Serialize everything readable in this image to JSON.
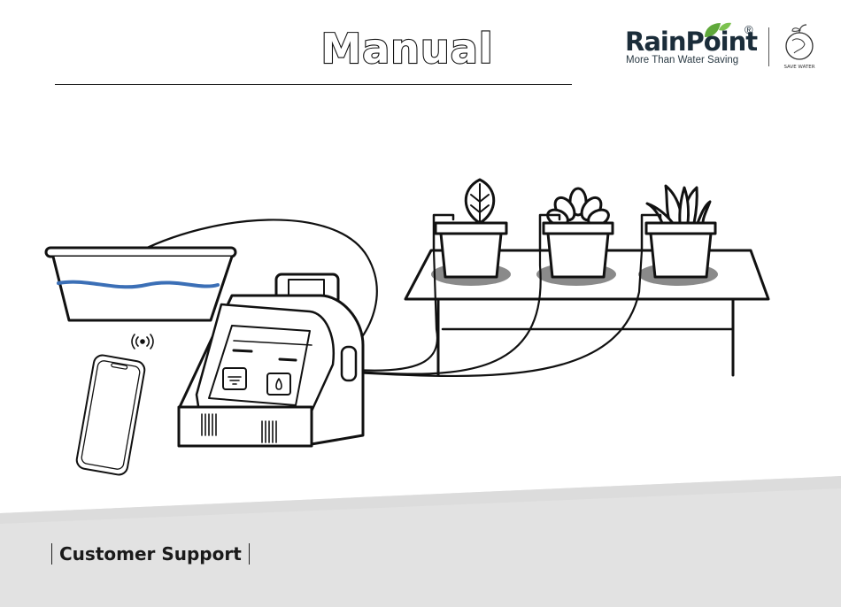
{
  "header": {
    "title": "Manual"
  },
  "brand": {
    "name": "RainPoint",
    "registered": "®",
    "tagline": "More Than Water Saving",
    "badge_icon": "save-water-globe-icon",
    "badge_text": "SAVE WATER",
    "leaf_color": "#5fa83a",
    "text_color": "#1b2d3a"
  },
  "illustration": {
    "water_color": "#3b6fb6",
    "pot_shadow_color": "#8a8a8a",
    "icons": [
      "water-basin",
      "smartphone-icon",
      "wireless-signal-icon",
      "irrigation-device",
      "plant-icon",
      "plant-icon",
      "plant-icon",
      "table"
    ]
  },
  "footer": {
    "support_label": "Customer Support",
    "band_color": "#e5e5e5"
  }
}
